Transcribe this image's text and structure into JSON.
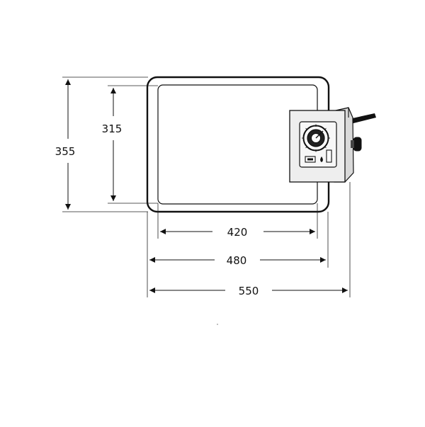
{
  "dimensions": {
    "outer_height": "355",
    "inner_height": "315",
    "inner_width": "420",
    "outer_width": "480",
    "total_width": "550"
  },
  "colors": {
    "stroke": "#111111",
    "control_box_fill": "#e9e9e9",
    "control_box_front": "#f4f4f4",
    "cable": "#111111"
  },
  "icons": {
    "dial": "dial-icon",
    "indicator_light": "indicator-light-icon",
    "switch": "switch-icon",
    "knob": "knob-icon"
  }
}
